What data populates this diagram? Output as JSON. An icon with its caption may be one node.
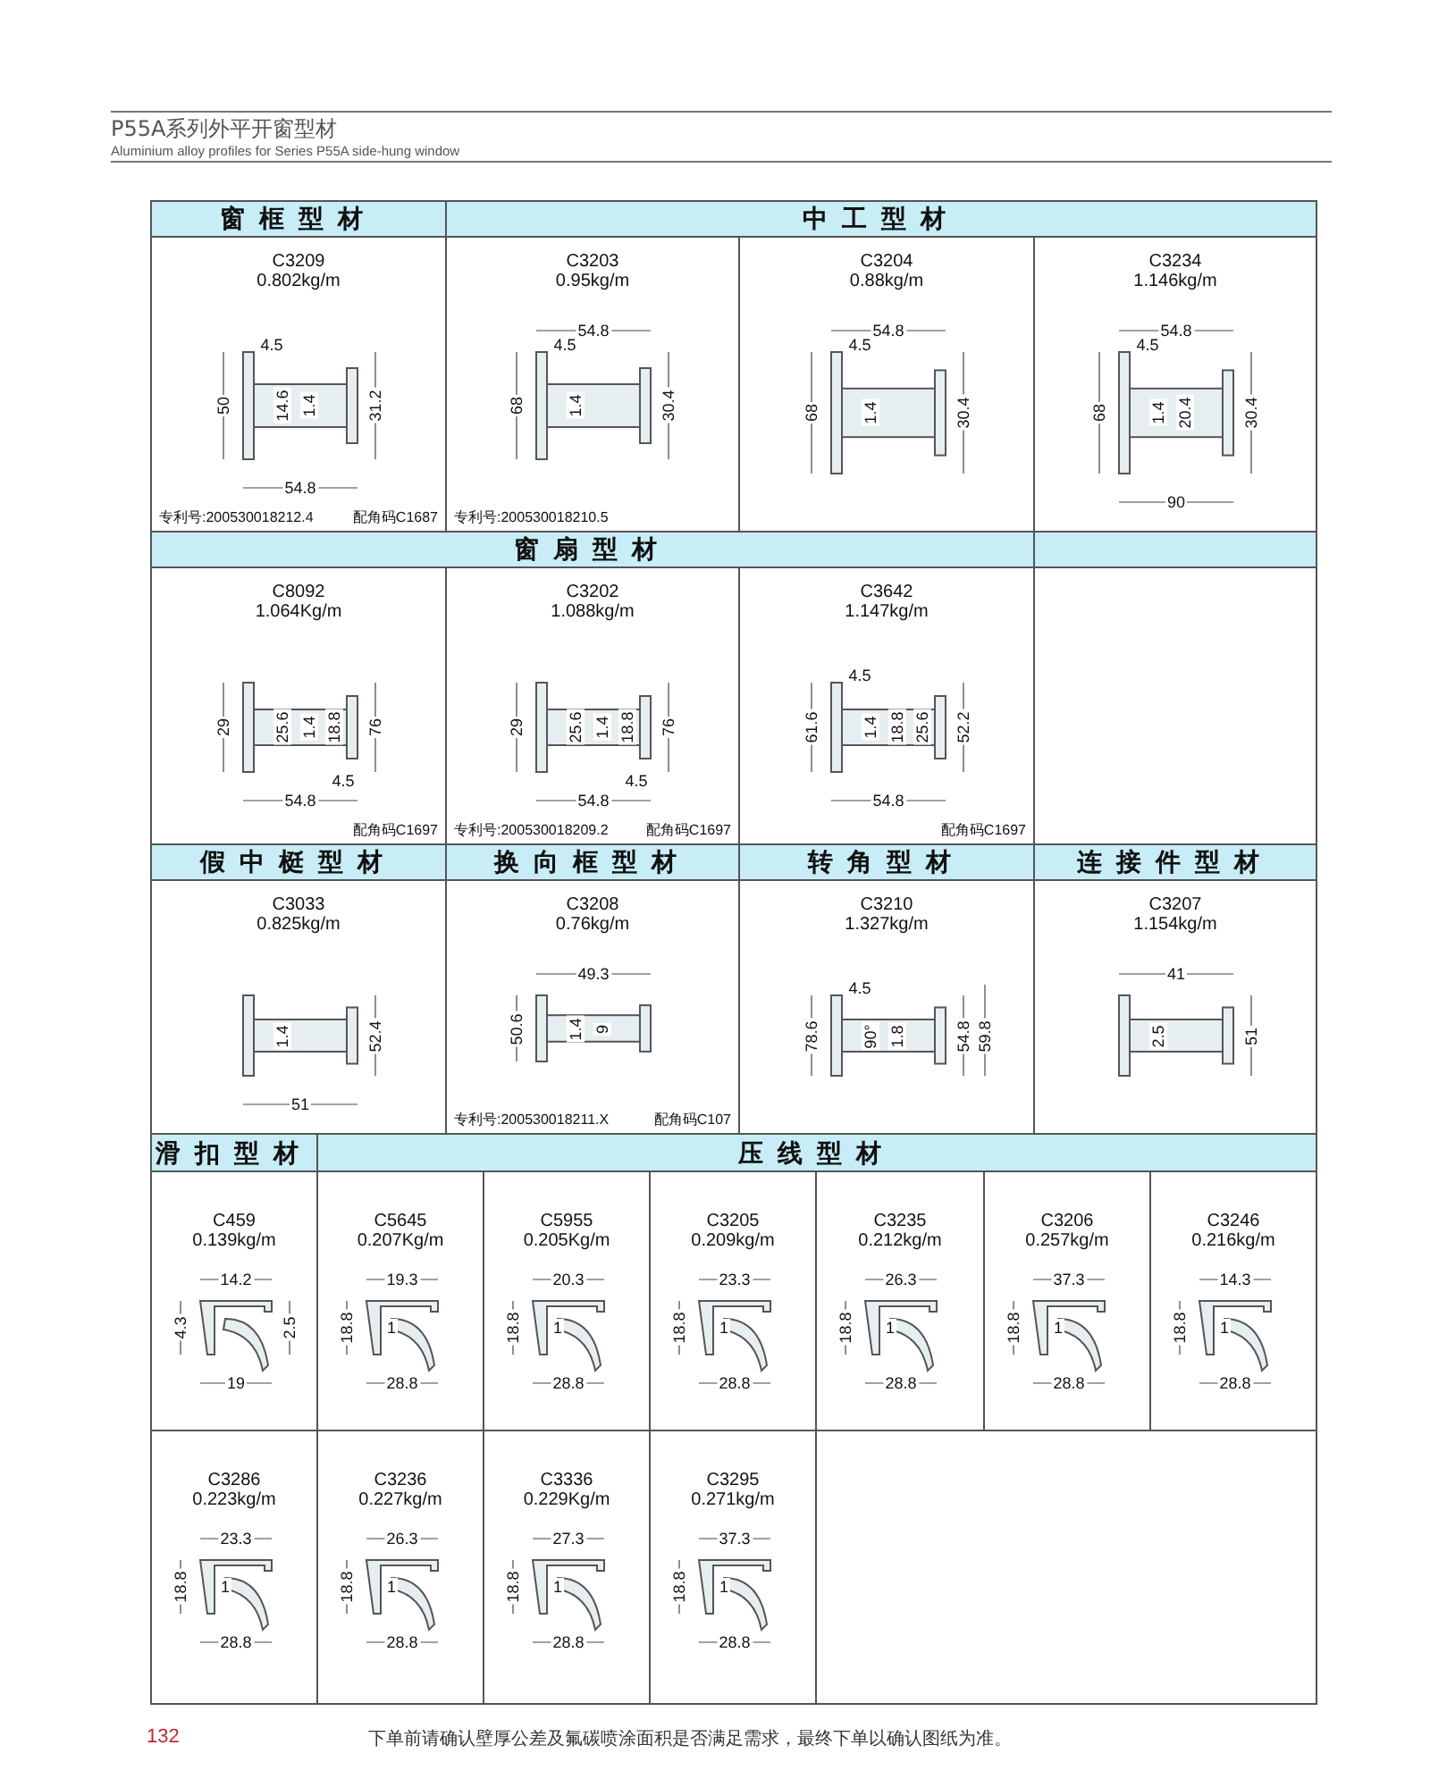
{
  "diagram": {
    "title": "P55A系列外平开窗型材",
    "nodes": [
      {
        "text": [
          "窗框型材"
        ]
      },
      {
        "text": [
          "中工型材"
        ]
      },
      {
        "text": [
          "C3209",
          "0.802kg/m",
          "4.5",
          "50",
          "1.4",
          "14.6",
          "31.2",
          "54.8",
          "专利号:200530018212.4",
          "配角码C1687"
        ]
      },
      {
        "text": [
          "C3203",
          "0.95kg/m",
          "54.8",
          "4.5",
          "68",
          "1.4",
          "30.4",
          "专利号:200530018210.5"
        ]
      },
      {
        "text": [
          "C3204",
          "0.88kg/m",
          "54.8",
          "4.5",
          "68",
          "1.4",
          "30.4"
        ]
      },
      {
        "text": [
          "C3234",
          "1.146kg/m",
          "54.8",
          "4.5",
          "68",
          "1.4",
          "20.4",
          "30.4",
          "90"
        ]
      },
      {
        "text": [
          "窗扇型材"
        ]
      },
      {
        "text": [],
        "shape": "bar"
      },
      {
        "text": [
          "C8092",
          "1.064Kg/m",
          "29",
          "25.6",
          "1.4",
          "76",
          "18.8",
          "4.5",
          "54.8",
          "配角码C1697"
        ]
      },
      {
        "text": [
          "C3202",
          "1.088kg/m",
          "1.4",
          "29",
          "25.6",
          "76",
          "18.8",
          "4.5",
          "54.8",
          "专利号:200530018209.2",
          "配角码C1697"
        ]
      },
      {
        "text": [
          "C3642",
          "1.147kg/m",
          "4.5",
          "1.4",
          "18.8",
          "52.2",
          "61.6",
          "25.6",
          "54.8",
          "配角码C1697"
        ]
      },
      {
        "text": [],
        "shape": "box"
      },
      {
        "text": [
          "假中梃型材"
        ]
      },
      {
        "text": [
          "换向框型材"
        ]
      },
      {
        "text": [
          "转角型材"
        ]
      },
      {
        "text": [
          "连接件型材"
        ]
      },
      {
        "text": [
          "C3033",
          "0.825kg/m",
          "1.4",
          "52.4",
          "51"
        ]
      },
      {
        "text": [
          "C3208",
          "0.76kg/m",
          "49.3",
          "50.6",
          "1.4",
          "9",
          "专利号:200530018211.X",
          "配角码C107"
        ]
      },
      {
        "text": [
          "C3210",
          "1.327kg/m",
          "4.5",
          "78.6",
          "1.8",
          "54.8",
          "59.8",
          "90°"
        ]
      },
      {
        "text": [
          "C3207",
          "1.154kg/m",
          "41",
          "51",
          "2.5"
        ]
      },
      {
        "text": [
          "滑扣型材"
        ]
      },
      {
        "text": [
          "压线型材"
        ]
      },
      {
        "text": [
          "C459",
          "0.139kg/m",
          "14.2",
          "4.3",
          "2.5",
          "19"
        ]
      },
      {
        "text": [
          "C5645",
          "0.207Kg/m",
          "19.3",
          "18.8",
          "1",
          "28.8"
        ]
      },
      {
        "text": [
          "C5955",
          "0.205Kg/m",
          "20.3",
          "18.8",
          "1",
          "28.8"
        ]
      },
      {
        "text": [
          "C3205",
          "0.209kg/m",
          "23.3",
          "18.8",
          "1",
          "28.8"
        ]
      },
      {
        "text": [
          "C3235",
          "0.212kg/m",
          "26.3",
          "18.8",
          "1",
          "28.8"
        ]
      },
      {
        "text": [
          "C3206",
          "0.257kg/m",
          "37.3",
          "18.8",
          "1",
          "28.8"
        ]
      },
      {
        "text": [
          "C3246",
          "0.216kg/m",
          "14.3",
          "18.8",
          "1",
          "28.8"
        ]
      },
      {
        "text": [
          "C3286",
          "0.223kg/m",
          "23.3",
          "18.8",
          "1",
          "28.8"
        ]
      },
      {
        "text": [
          "C3236",
          "0.227kg/m",
          "26.3",
          "18.8",
          "1",
          "28.8"
        ]
      },
      {
        "text": [
          "C3336",
          "0.229Kg/m",
          "27.3",
          "18.8",
          "1",
          "28.8"
        ]
      },
      {
        "text": [
          "C3295",
          "0.271kg/m",
          "37.3",
          "18.8",
          "1",
          "28.8"
        ]
      },
      {
        "text": [],
        "shape": "box"
      }
    ],
    "labels": [
      "Aluminium alloy profiles for Series P55A side-hung window",
      "132",
      "下单前请确认壁厚公差及氟碳喷涂面积是否满足需求，最终下单以确认图纸为准。"
    ]
  }
}
